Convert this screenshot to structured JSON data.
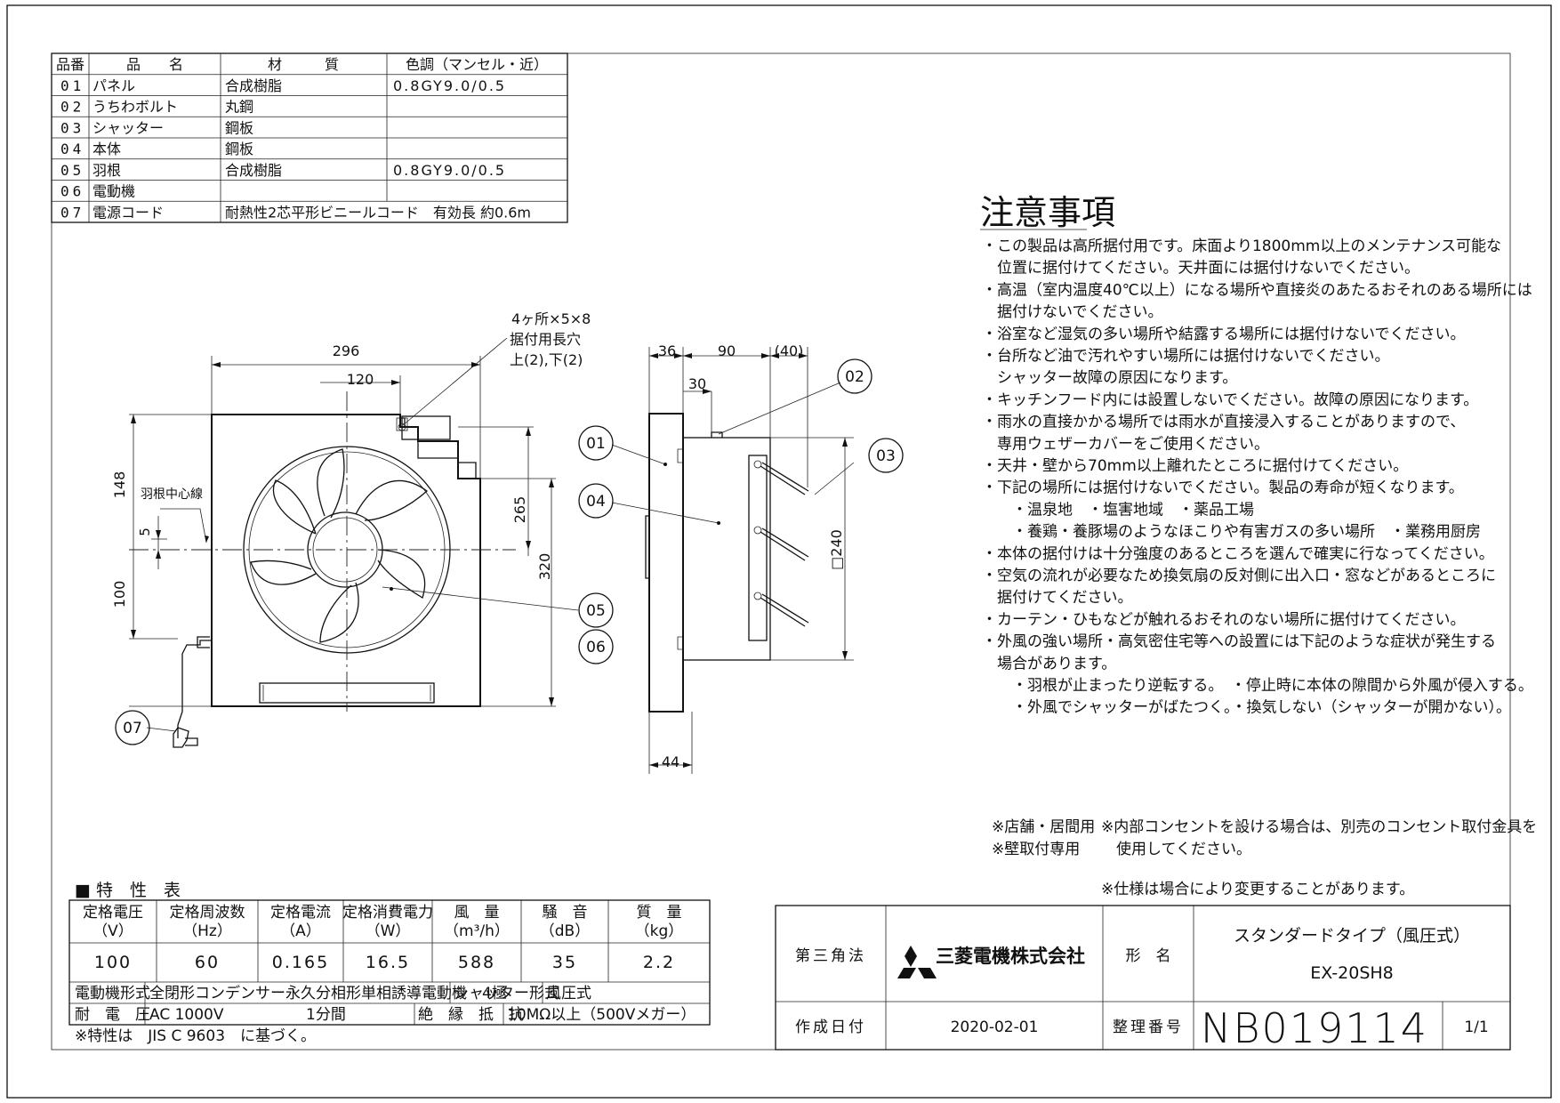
{
  "parts_table": {
    "headers": [
      "品番",
      "品　　名",
      "材　　　質",
      "色調（マンセル・近）"
    ],
    "rows": [
      [
        "01",
        "パネル",
        "合成樹脂",
        "0.8GY9.0/0.5"
      ],
      [
        "02",
        "うちわボルト",
        "丸鋼",
        ""
      ],
      [
        "03",
        "シャッター",
        "鋼板",
        ""
      ],
      [
        "04",
        "本体",
        "鋼板",
        ""
      ],
      [
        "05",
        "羽根",
        "合成樹脂",
        "0.8GY9.0/0.5"
      ],
      [
        "06",
        "電動機",
        "",
        ""
      ],
      [
        "07",
        "電源コード",
        "耐熱性2芯平形ビニールコード　有効長 約0.6m",
        ""
      ]
    ]
  },
  "front_view": {
    "dim_width": "296",
    "dim_120": "120",
    "dim_148": "148",
    "dim_5": "5",
    "dim_100": "100",
    "dim_265": "265",
    "dim_320": "320",
    "hole_note_1": "4ヶ所×5×8",
    "hole_note_2": "据付用長穴",
    "hole_note_3": "上(2),下(2)",
    "blade_center_label": "羽根中心線"
  },
  "side_view": {
    "dim_36": "36",
    "dim_90": "90",
    "dim_40": "(40)",
    "dim_30": "30",
    "dim_240": "□240",
    "dim_44": "44"
  },
  "callouts": [
    "01",
    "02",
    "03",
    "04",
    "05",
    "06",
    "07"
  ],
  "notes": {
    "title": "注意事項",
    "lines": [
      "・この製品は高所据付用です。床面より1800mm以上のメンテナンス可能な",
      "　位置に据付けてください。天井面には据付けないでください。",
      "・高温（室内温度40℃以上）になる場所や直接炎のあたるおそれのある場所には",
      "　据付けないでください。",
      "・浴室など湿気の多い場所や結露する場所には据付けないでください。",
      "・台所など油で汚れやすい場所には据付けないでください。",
      "　シャッター故障の原因になります。",
      "・キッチンフード内には設置しないでください。故障の原因になります。",
      "・雨水の直接かかる場所では雨水が直接浸入することがありますので、",
      "　専用ウェザーカバーをご使用ください。",
      "・天井・壁から70mm以上離れたところに据付けてください。",
      "・下記の場所には据付けないでください。製品の寿命が短くなります。",
      "　　・温泉地　・塩害地域　・薬品工場",
      "　　・養鶏・養豚場のようなほこりや有害ガスの多い場所　・業務用厨房",
      "・本体の据付けは十分強度のあるところを選んで確実に行なってください。",
      "・空気の流れが必要なため換気扇の反対側に出入口・窓などがあるところに",
      "　据付けてください。",
      "・カーテン・ひもなどが触れるおそれのない場所に据付けてください。",
      "・外風の強い場所・高気密住宅等への設置には下記のような症状が発生する",
      "　場合があります。",
      "　　・羽根が止まったり逆転する。　・停止時に本体の隙間から外風が侵入する。",
      "　　・外風でシャッターがばたつく。・換気しない（シャッターが開かない）。"
    ]
  },
  "remarks": {
    "usage_1": "※店舗・居間用",
    "usage_2": "※壁取付専用",
    "outlet_1": "※内部コンセントを設ける場合は、別売のコンセント取付金具を",
    "outlet_2": "　使用してください。",
    "spec_change": "※仕様は場合により変更することがあります。"
  },
  "spec_table": {
    "title": "■ 特　性　表",
    "headers": [
      "定格電圧",
      "定格周波数",
      "定格電流",
      "定格消費電力",
      "風　量",
      "騒　音",
      "質　量"
    ],
    "units": [
      "（V）",
      "（Hz）",
      "（A）",
      "（W）",
      "（m³/h）",
      "（dB）",
      "（kg）"
    ],
    "values": [
      "100",
      "60",
      "0.165",
      "16.5",
      "588",
      "35",
      "2.2"
    ],
    "motor_label": "電動機形式",
    "motor_value": "全閉形コンデンサー永久分相形単相誘導電動機　4極",
    "shutter_label": "シャッター形式",
    "shutter_value": "風圧式",
    "withstand_label": "耐　電　圧",
    "withstand_value": "AC 1000V",
    "withstand_time": "1分間",
    "insulation_label": "絶　縁　抵　抗",
    "insulation_value": "10MΩ以上（500Vメガー）",
    "footnote": "※特性は　JIS C 9603　に基づく。"
  },
  "title_block": {
    "projection": "第三角法",
    "company": "三菱電機株式会社",
    "model_label": "形　名",
    "type_name": "スタンダードタイプ（風圧式）",
    "model_number": "EX-20SH8",
    "date_label": "作成日付",
    "date_value": "2020-02-01",
    "doc_label": "整理番号",
    "doc_number": "NB019114",
    "sheet": "1/1"
  }
}
